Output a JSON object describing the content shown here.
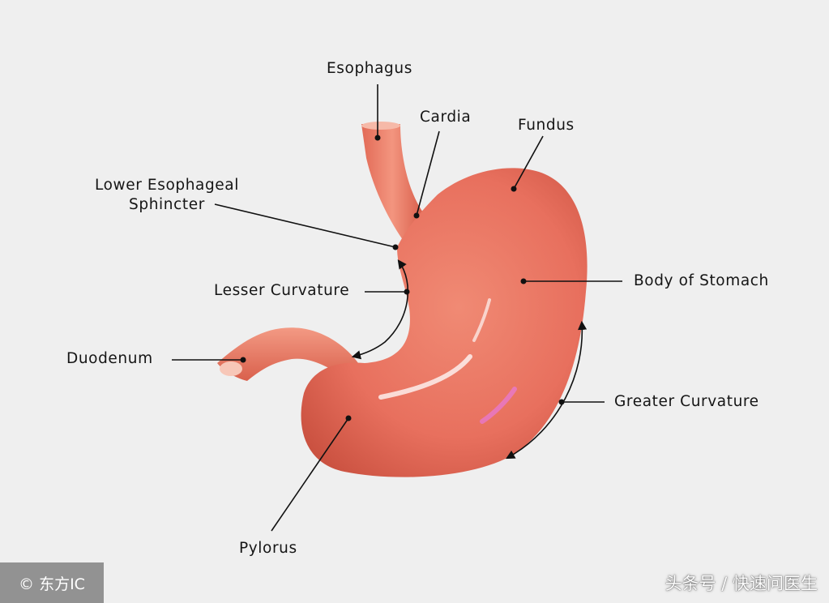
{
  "labels": {
    "esophagus": "Esophagus",
    "cardia": "Cardia",
    "fundus": "Fundus",
    "les_line1": "Lower Esophageal",
    "les_line2": "Sphincter",
    "lesser_curvature": "Lesser Curvature",
    "body_of_stomach": "Body of Stomach",
    "duodenum": "Duodenum",
    "greater_curvature": "Greater Curvature",
    "pylorus": "Pylorus"
  },
  "watermark": {
    "left": "© 东方IC",
    "right": "头条号 / 快速问医生"
  },
  "colors": {
    "background": "#efefef",
    "tissue": "#e8705e",
    "leader_line": "#111111"
  }
}
